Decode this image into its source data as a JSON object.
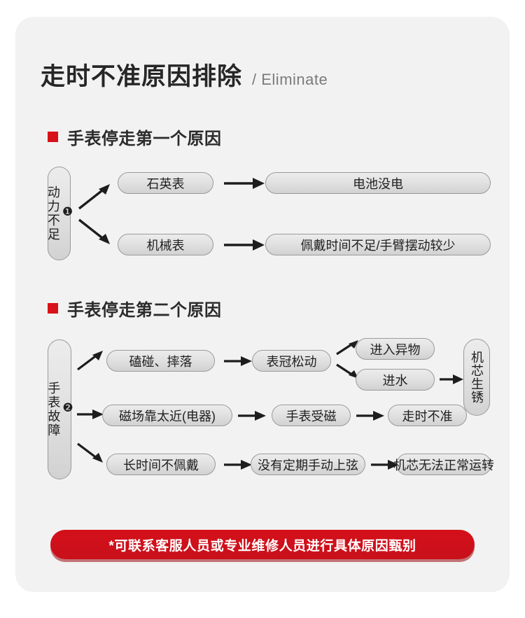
{
  "page": {
    "title_cn": "走时不准原因排除",
    "title_en": "/ Eliminate",
    "background_color": "#ffffff",
    "card_color": "#f2f2f2",
    "accent_color": "#d8121b"
  },
  "sections": [
    {
      "id": "section-1",
      "heading": "手表停走第一个原因",
      "group": {
        "number": "❶",
        "label": "动力不足"
      },
      "rows": [
        {
          "cause": "石英表",
          "result": "电池没电"
        },
        {
          "cause": "机械表",
          "result": "佩戴时间不足/手臂摆动较少"
        }
      ]
    },
    {
      "id": "section-2",
      "heading": "手表停走第二个原因",
      "group": {
        "number": "❷",
        "label": "手表故障"
      },
      "rows": [
        {
          "cause": "磕碰、摔落",
          "mid": "表冠松动",
          "branches": [
            "进入异物",
            "进水"
          ],
          "final": "机芯生锈"
        },
        {
          "cause": "磁场靠太近(电器)",
          "mid": "手表受磁",
          "result": "走时不准"
        },
        {
          "cause": "长时间不佩戴",
          "mid": "没有定期手动上弦",
          "result": "机芯无法正常运转"
        }
      ]
    }
  ],
  "footer": {
    "note": "*可联系客服人员或专业维修人员进行具体原因甄别",
    "color": "#d4101a"
  }
}
